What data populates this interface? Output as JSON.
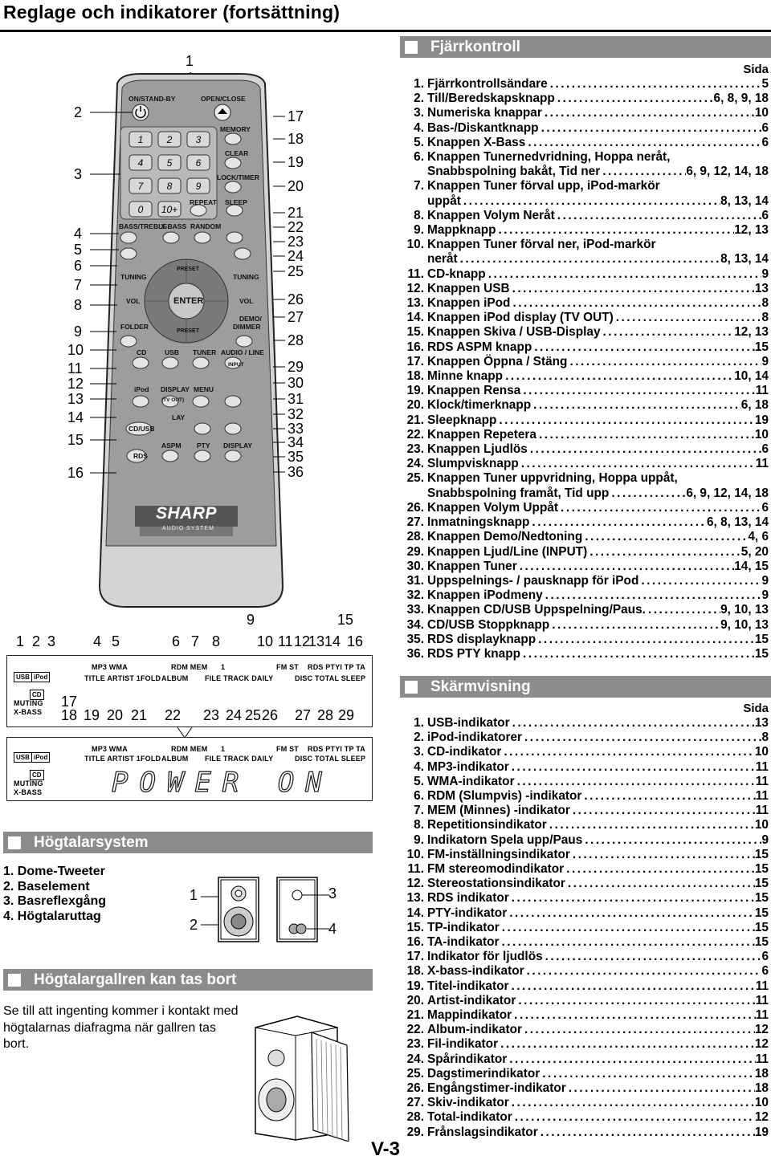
{
  "page": {
    "title": "Reglage och indikatorer (fortsättning)",
    "page_number": "V-3"
  },
  "remote": {
    "callout_top": "1",
    "callouts_left": [
      "2",
      "3",
      "4",
      "5",
      "6",
      "7",
      "8",
      "9",
      "10",
      "11",
      "12",
      "13",
      "14",
      "15",
      "16"
    ],
    "callouts_right": [
      "17",
      "18",
      "19",
      "20",
      "21",
      "22",
      "23",
      "24",
      "25",
      "26",
      "27",
      "28",
      "29",
      "30",
      "31",
      "32",
      "33",
      "34",
      "35",
      "36"
    ],
    "labels": {
      "on_standby": "ON/STAND-BY",
      "open_close": "OPEN/CLOSE",
      "memory": "MEMORY",
      "clear": "CLEAR",
      "lock_timer": "LOCK/TIMER",
      "repeat": "REPEAT",
      "sleep": "SLEEP",
      "bass_treble": "BASS/TREBLE",
      "x_bass": "X-BASS",
      "random": "RANDOM",
      "tuning_l": "TUNING",
      "tuning_r": "TUNING",
      "preset_up": "PRESET",
      "preset_down": "PRESET",
      "vol_l": "VOL",
      "vol_r": "VOL",
      "enter": "ENTER",
      "folder": "FOLDER",
      "demo_dimmer_1": "DEMO/",
      "demo_dimmer_2": "DIMMER",
      "cd": "CD",
      "usb": "USB",
      "tuner": "TUNER",
      "audio_line": "AUDIO / LINE",
      "input": "INPUT",
      "ipod": "iPod",
      "display": "DISPLAY",
      "menu": "MENU",
      "tv_out": "(TV OUT)",
      "play": "LAY",
      "cd_usb": "CD/USB",
      "rds": "RDS",
      "aspm": "ASPM",
      "pty": "PTY",
      "display2": "DISPLAY",
      "brand": "SHARP",
      "subtitle": "AUDIO SYSTEM",
      "keys": [
        "1",
        "2",
        "3",
        "4",
        "5",
        "6",
        "7",
        "8",
        "9",
        "0",
        "10+"
      ]
    }
  },
  "display_panel": {
    "top_numbers_row1": [
      "9",
      "15"
    ],
    "top_numbers_row2": [
      "1",
      "2",
      "3",
      "4",
      "5",
      "6",
      "7",
      "8",
      "10",
      "11",
      "12",
      "13",
      "14",
      "16"
    ],
    "bottom_numbers": [
      "17",
      "18",
      "19",
      "20",
      "21",
      "22",
      "23",
      "24",
      "25",
      "26",
      "27",
      "28",
      "29"
    ],
    "line1": "MP3 WMA",
    "line1b": "RDM MEM",
    "line1c": "1",
    "line1d": "FM ST",
    "line1e": "RDS  PTYI TP TA",
    "line2": "TITLE ARTIST 1FOLD",
    "line2b": "ALBUM",
    "line2c": "FILE TRACK  DAILY",
    "line2d": "DISC TOTAL  SLEEP",
    "usb": "USB",
    "ipod": "iPod",
    "cd": "CD",
    "muting": "MUTING",
    "xbass": "X-BASS",
    "message": "POWER ON"
  },
  "speaker_section": {
    "heading": "Högtalarsystem",
    "items": [
      "1.  Dome-Tweeter",
      "2.  Baselement",
      "3.  Basreflexgång",
      "4.  Högtalaruttag"
    ],
    "callouts": [
      "1",
      "2",
      "3",
      "4"
    ]
  },
  "grille_section": {
    "heading": "Högtalargallren kan tas bort",
    "text": "Se till att ingenting kommer i kontakt med högtalarnas diafragma när gallren tas bort."
  },
  "remote_section": {
    "heading": "Fjärrkontroll",
    "sida": "Sida",
    "items": [
      {
        "num": "1.",
        "label": "Fjärrkontrollsändare",
        "page": "5"
      },
      {
        "num": "2.",
        "label": "Till/Beredskapsknapp",
        "page": "6, 8, 9, 18"
      },
      {
        "num": "3.",
        "label": "Numeriska knappar",
        "page": "10"
      },
      {
        "num": "4.",
        "label": "Bas-/Diskantknapp",
        "page": "6"
      },
      {
        "num": "5.",
        "label": "Knappen X-Bass",
        "page": "6"
      },
      {
        "num": "6.",
        "label": "Knappen Tunernedvridning, Hoppa neråt,",
        "label2": "Snabbspolning bakåt, Tid ner",
        "page": "6, 9, 12, 14, 18"
      },
      {
        "num": "7.",
        "label": "Knappen Tuner förval upp, iPod-markör",
        "label2": "uppåt",
        "page": "8, 13, 14"
      },
      {
        "num": "8.",
        "label": "Knappen Volym Neråt",
        "page": "6"
      },
      {
        "num": "9.",
        "label": "Mappknapp",
        "page": "12, 13"
      },
      {
        "num": "10.",
        "label": "Knappen Tuner förval ner, iPod-markör",
        "label2": "neråt",
        "page": "8, 13, 14"
      },
      {
        "num": "11.",
        "label": "CD-knapp",
        "page": "9"
      },
      {
        "num": "12.",
        "label": "Knappen USB",
        "page": "13"
      },
      {
        "num": "13.",
        "label": "Knappen iPod",
        "page": "8"
      },
      {
        "num": "14.",
        "label": "Knappen iPod display (TV OUT)",
        "page": "8"
      },
      {
        "num": "15.",
        "label": "Knappen Skiva / USB-Display",
        "page": "12, 13"
      },
      {
        "num": "16.",
        "label": "RDS ASPM knapp",
        "page": "15"
      },
      {
        "num": "17.",
        "label": "Knappen Öppna / Stäng",
        "page": "9"
      },
      {
        "num": "18.",
        "label": "Minne knapp",
        "page": "10, 14"
      },
      {
        "num": "19.",
        "label": "Knappen Rensa",
        "page": "11"
      },
      {
        "num": "20.",
        "label": "Klock/timerknapp",
        "page": "6, 18"
      },
      {
        "num": "21.",
        "label": "Sleepknapp",
        "page": "19"
      },
      {
        "num": "22.",
        "label": "Knappen Repetera",
        "page": "10"
      },
      {
        "num": "23.",
        "label": "Knappen Ljudlös",
        "page": "6"
      },
      {
        "num": "24.",
        "label": "Slumpvisknapp",
        "page": "11"
      },
      {
        "num": "25.",
        "label": "Knappen Tuner uppvridning, Hoppa uppåt,",
        "label2": "Snabbspolning framåt, Tid upp",
        "page": "6, 9, 12, 14, 18"
      },
      {
        "num": "26.",
        "label": "Knappen Volym Uppåt",
        "page": "6"
      },
      {
        "num": "27.",
        "label": "Inmatningsknapp",
        "page": "6, 8, 13, 14"
      },
      {
        "num": "28.",
        "label": "Knappen Demo/Nedtoning",
        "page": "4, 6"
      },
      {
        "num": "29.",
        "label": "Knappen Ljud/Line (INPUT)",
        "page": "5, 20"
      },
      {
        "num": "30.",
        "label": "Knappen Tuner",
        "page": "14, 15"
      },
      {
        "num": "31.",
        "label": "Uppspelnings- / pausknapp för iPod",
        "page": "9"
      },
      {
        "num": "32.",
        "label": "Knappen iPodmeny",
        "page": "9"
      },
      {
        "num": "33.",
        "label": "Knappen CD/USB Uppspelning/Paus.",
        "page": "9, 10, 13"
      },
      {
        "num": "34.",
        "label": "CD/USB Stoppknapp",
        "page": "9, 10, 13"
      },
      {
        "num": "35.",
        "label": "RDS displayknapp",
        "page": "15"
      },
      {
        "num": "36.",
        "label": "RDS PTY knapp",
        "page": "15"
      }
    ]
  },
  "display_section": {
    "heading": "Skärmvisning",
    "sida": "Sida",
    "items": [
      {
        "num": "1.",
        "label": "USB-indikator",
        "page": "13"
      },
      {
        "num": "2.",
        "label": "iPod-indikatorer",
        "page": "8"
      },
      {
        "num": "3.",
        "label": "CD-indikator",
        "page": "10"
      },
      {
        "num": "4.",
        "label": "MP3-indikator",
        "page": "11"
      },
      {
        "num": "5.",
        "label": "WMA-indikator",
        "page": "11"
      },
      {
        "num": "6.",
        "label": "RDM (Slumpvis) -indikator",
        "page": "11"
      },
      {
        "num": "7.",
        "label": "MEM (Minnes) -indikator",
        "page": "11"
      },
      {
        "num": "8.",
        "label": "Repetitionsindikator",
        "page": "10"
      },
      {
        "num": "9.",
        "label": "Indikatorn Spela upp/Paus",
        "page": "9"
      },
      {
        "num": "10.",
        "label": "FM-inställningsindikator",
        "page": "15"
      },
      {
        "num": "11.",
        "label": "FM stereomodindikator",
        "page": "15"
      },
      {
        "num": "12.",
        "label": "Stereostationsindikator",
        "page": "15"
      },
      {
        "num": "13.",
        "label": "RDS indikator",
        "page": "15"
      },
      {
        "num": "14.",
        "label": "PTY-indikator",
        "page": "15"
      },
      {
        "num": "15.",
        "label": "TP-indikator",
        "page": "15"
      },
      {
        "num": "16.",
        "label": "TA-indikator",
        "page": "15"
      },
      {
        "num": "17.",
        "label": "Indikator för ljudlös",
        "page": "6"
      },
      {
        "num": "18.",
        "label": "X-bass-indikator",
        "page": "6"
      },
      {
        "num": "19.",
        "label": "Titel-indikator",
        "page": "11"
      },
      {
        "num": "20.",
        "label": "Artist-indikator",
        "page": "11"
      },
      {
        "num": "21.",
        "label": "Mappindikator",
        "page": "11"
      },
      {
        "num": "22.",
        "label": "Album-indikator",
        "page": "12"
      },
      {
        "num": "23.",
        "label": "Fil-indikator",
        "page": "12"
      },
      {
        "num": "24.",
        "label": "Spårindikator",
        "page": "11"
      },
      {
        "num": "25.",
        "label": "Dagstimerindikator",
        "page": "18"
      },
      {
        "num": "26.",
        "label": "Engångstimer-indikator",
        "page": "18"
      },
      {
        "num": "27.",
        "label": "Skiv-indikator",
        "page": "10"
      },
      {
        "num": "28.",
        "label": "Total-indikator",
        "page": "12"
      },
      {
        "num": "29.",
        "label": "Frånslagsindikator",
        "page": "19"
      }
    ]
  }
}
